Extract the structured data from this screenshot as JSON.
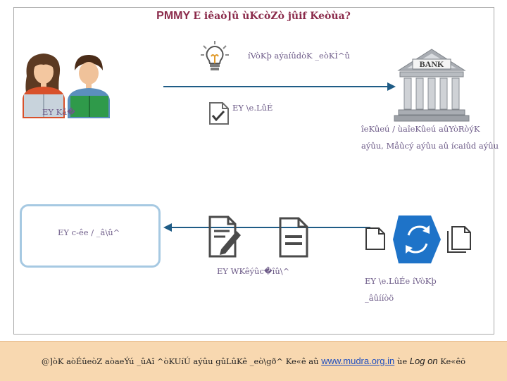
{
  "title": {
    "part1": "PMMY",
    "part2": "E iêaò]û ùKcòZò jûif Keòùa?"
  },
  "labels": {
    "idea": "íVòKþ aýaíûdòK _eòKÌ^û",
    "applicant": "EY Kå�",
    "application": "EY \\e.LûÉ",
    "bank_desc_line1": "îeKûeú / ùaîeKûeú aûYòRòýK",
    "bank_desc_line2": "aýûu, Måûcý aýûu aû ícaiûd aýûu",
    "sanction": "EY c-êe / _â\\û^",
    "documents": "EY WKêýûc�îû\\^",
    "processing_line1": "EY \\e.LûÉe íVòKþ",
    "processing_line2": "_âûííòö",
    "bank_sign": "BANK"
  },
  "footer": {
    "text_before": "@]òK aòÉûeòZ aòaeÝú _ûAî ^òKUíÚ aýûu gûLûKê _eò\\gð^ Ke«ê aû",
    "link": "www.mudra.org.in",
    "text_mid": "ùe",
    "login": "Log on",
    "text_after": "Ke«êö"
  },
  "colors": {
    "title": "#8b2b4b",
    "body_text": "#6d5b88",
    "arrow": "#1f5c86",
    "rounded_box_border": "#a6c9e2",
    "footer_bg": "#f8d8b0",
    "sync_icon": "#1e73c8",
    "link": "#1f4fbf"
  },
  "icons": [
    "lightbulb-icon",
    "people-reading-icon",
    "bank-icon",
    "checked-document-icon",
    "signing-document-icon",
    "document-icon",
    "sync-icon",
    "page-left-icon",
    "page-right-icon"
  ]
}
